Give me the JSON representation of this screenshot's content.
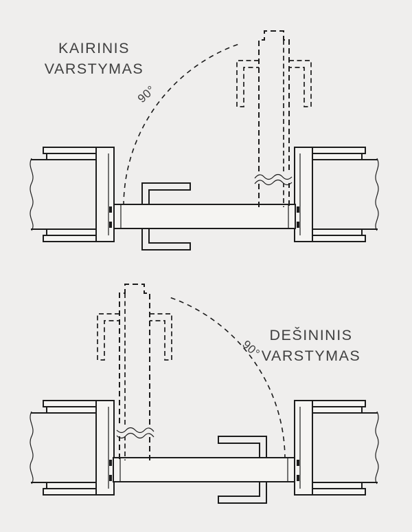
{
  "colors": {
    "background": "#efeeed",
    "line": "#1c1c1c",
    "text": "#3f3f3f"
  },
  "diagrams": {
    "top": {
      "title_line1": "KAIRINIS",
      "title_line2": "VARSTYMAS",
      "angle_label": "90°"
    },
    "bottom": {
      "title_line1": "DEŠININIS",
      "title_line2": "VARSTYMAS",
      "angle_label": "90°"
    }
  }
}
